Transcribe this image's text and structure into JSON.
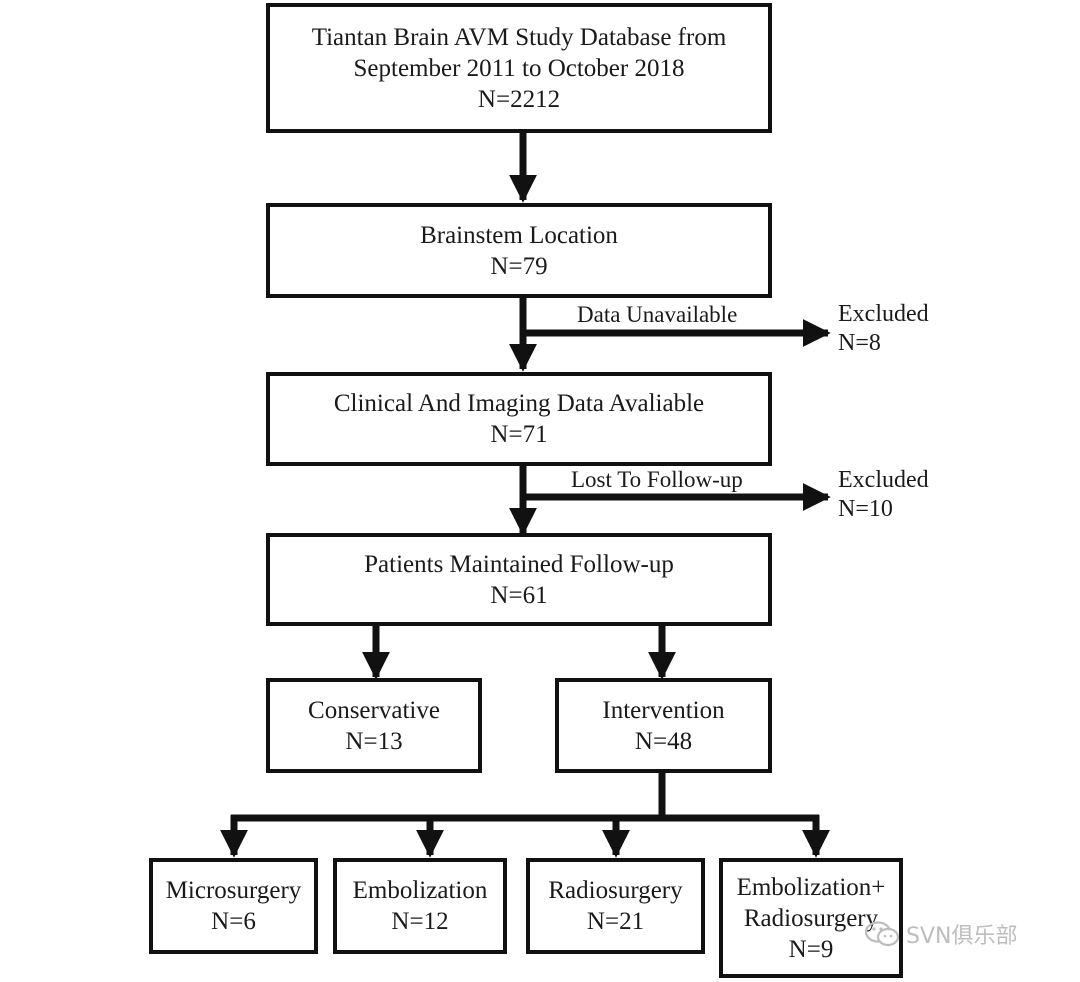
{
  "boxes": {
    "database": {
      "line1": "Tiantan Brain AVM Study Database from",
      "line2": "September 2011 to  October 2018",
      "line3": "N=2212"
    },
    "brainstem": {
      "line1": "Brainstem Location",
      "line2": "N=79"
    },
    "clinical": {
      "line1": "Clinical And Imaging Data Avaliable",
      "line2": "N=71"
    },
    "followup": {
      "line1": "Patients Maintained Follow-up",
      "line2": "N=61"
    },
    "conservative": {
      "line1": "Conservative",
      "line2": "N=13"
    },
    "intervention": {
      "line1": "Intervention",
      "line2": "N=48"
    },
    "microsurgery": {
      "line1": "Microsurgery",
      "line2": "N=6"
    },
    "embolization": {
      "line1": "Embolization",
      "line2": "N=12"
    },
    "radiosurgery": {
      "line1": "Radiosurgery",
      "line2": "N=21"
    },
    "combo": {
      "line1": "Embolization+",
      "line2": "Radiosurgery",
      "line3": "N=9"
    }
  },
  "exclusions": [
    {
      "reason": "Data Unavailable",
      "label": "Excluded",
      "count": "N=8"
    },
    {
      "reason": "Lost To Follow-up",
      "label": "Excluded",
      "count": "N=10"
    }
  ],
  "watermark": {
    "text": "SVN俱乐部",
    "icon": "wechat-icon"
  },
  "colors": {
    "line": "#111111",
    "watermark": "#bdbdbd"
  }
}
